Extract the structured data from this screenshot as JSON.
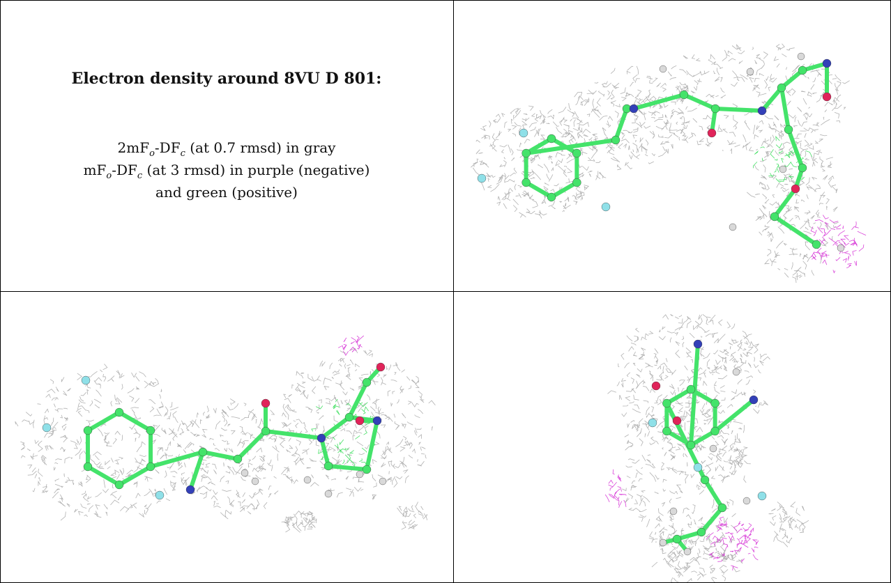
{
  "caption": {
    "title": "Electron density around 8VU D 801:",
    "line1": {
      "pre": "2mF",
      "sub1": "o",
      "mid": "-DF",
      "sub2": "c",
      "post": " (at 0.7 rmsd) in gray"
    },
    "line2": {
      "pre": "mF",
      "sub1": "o",
      "mid": "-DF",
      "sub2": "c",
      "post": " (at 3 rmsd) in purple (negative)"
    },
    "line3": "and green (positive)"
  },
  "colors": {
    "mesh": "#a8a8a8",
    "carbon": "#44e36a",
    "nitrogen": "#3340b8",
    "oxygen": "#e0245a",
    "fluorine": "#8fe0e8",
    "hydrogen": "#d9d9d9",
    "negative_density": "#d530d5",
    "positive_density": "#33dd55"
  },
  "panels": [
    {
      "name": "view-top-right"
    },
    {
      "name": "view-bottom-left"
    },
    {
      "name": "view-bottom-right"
    }
  ]
}
